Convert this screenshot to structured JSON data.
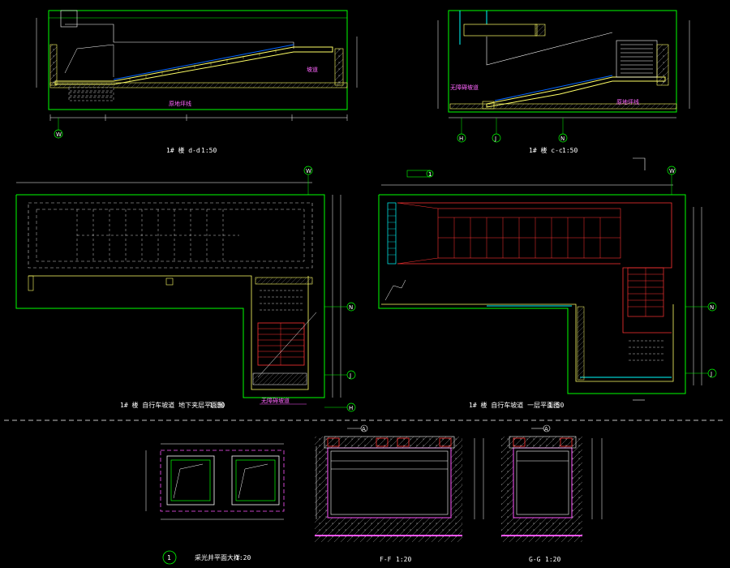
{
  "colors": {
    "background": "#000000",
    "frame": "#00ff00",
    "wall": "#ffff66",
    "stair": "#ff3333",
    "dim": "#ffffff",
    "hidden": "#cccccc",
    "magenta": "#ff55ff",
    "cyan": "#00ffff",
    "soil_red": "#cc2244"
  },
  "section_dd": {
    "title": "1# 楼 d-d",
    "scale": "1:50",
    "label_ramp": "坡道",
    "label_floor": "原地坪线",
    "axis": "W"
  },
  "section_cc": {
    "title": "1# 楼 c-c",
    "scale": "1:50",
    "label_ramp": "无障碍坡道",
    "label_floor": "原地坪线",
    "axes": [
      "H",
      "J",
      "N"
    ]
  },
  "plan_left": {
    "title": "1# 楼 自行车坡道   地下夹层平面图",
    "scale": "1:50",
    "note": "无障碍坡道",
    "axes": [
      "W",
      "N",
      "J",
      "H"
    ]
  },
  "plan_right": {
    "title": "1# 楼 自行车坡道   一层平面图",
    "scale": "1:50",
    "axes": [
      "W",
      "N",
      "J"
    ],
    "marker": "1"
  },
  "detail": {
    "circle_number": "1",
    "title": "采光井平面大样",
    "scale": "1:20"
  },
  "section_ff": {
    "title": "F-F",
    "scale": "1:20",
    "tag": "A"
  },
  "section_gg": {
    "title": "G-G",
    "scale": "1:20",
    "tag": "A"
  }
}
